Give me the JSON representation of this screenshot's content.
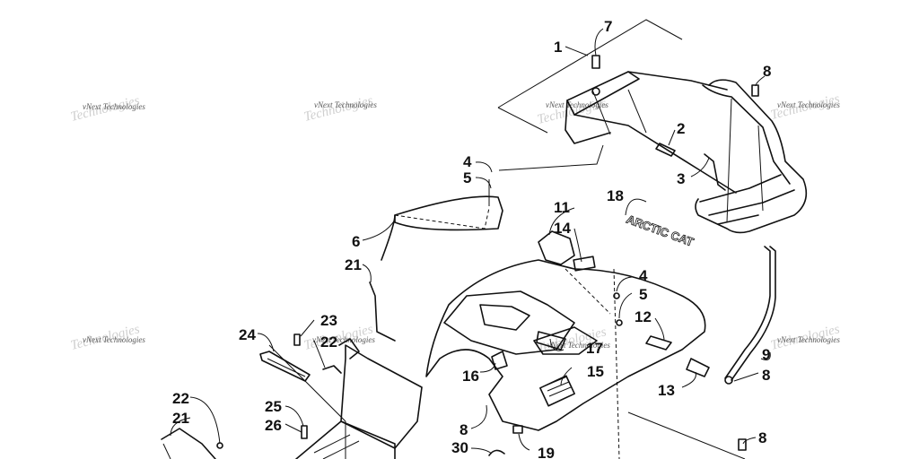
{
  "callouts": [
    "1",
    "2",
    "3",
    "4",
    "5",
    "6",
    "7",
    "8",
    "9",
    "11",
    "12",
    "13",
    "14",
    "16",
    "17",
    "18",
    "19",
    "21",
    "22",
    "23",
    "24",
    "25",
    "26",
    "30",
    "15"
  ],
  "watermark": "vNext Technologies",
  "decal_text": "ARCTIC CAT"
}
